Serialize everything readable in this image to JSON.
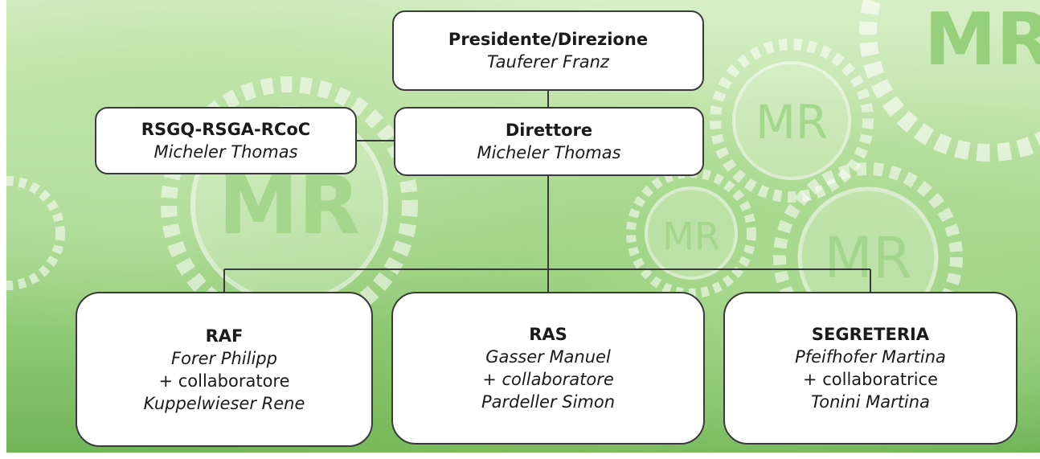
{
  "org_chart": {
    "president": {
      "role": "Presidente/Direzione",
      "name": "Tauferer Franz"
    },
    "quality": {
      "role": "RSGQ-RSGA-RCoC",
      "name": "Micheler Thomas"
    },
    "director": {
      "role": "Direttore",
      "name": "Micheler Thomas"
    },
    "units": [
      {
        "role": "RAF",
        "name": "Forer Philipp",
        "assistant_label": "+ collaboratore",
        "assistant": "Kuppelwieser Rene"
      },
      {
        "role": "RAS",
        "name": "Gasser Manuel",
        "assistant_label": "+ collaboratore",
        "assistant": "Pardeller Simon"
      },
      {
        "role": "SEGRETERIA",
        "name": "Pfeifhofer Martina",
        "assistant_label": "+ collaboratrice",
        "assistant": "Tonini Martina"
      }
    ]
  },
  "background": {
    "logo_text": "MR",
    "colors": {
      "green_light": "#d8efc8",
      "green_mid": "#a9d98f",
      "green_dark": "#6fb357",
      "line": "#3a3a3a"
    }
  }
}
